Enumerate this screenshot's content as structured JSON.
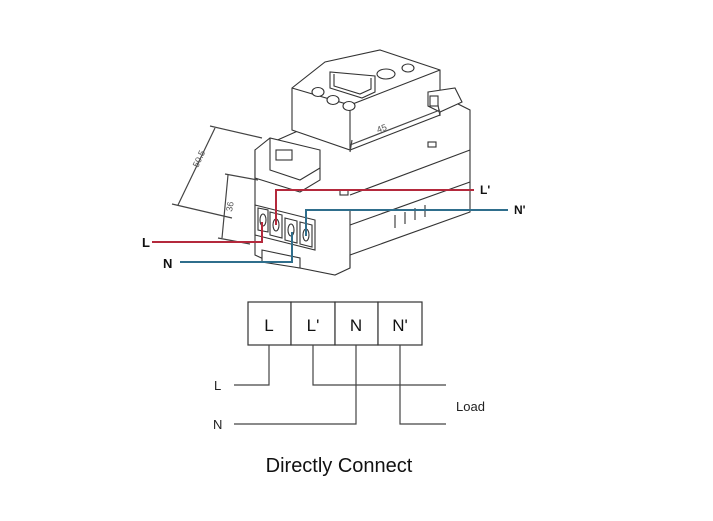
{
  "device": {
    "dimensions": {
      "height_total": "50.5",
      "height_terminal": "36",
      "width": "45"
    }
  },
  "wire_labels": {
    "l_in": "L",
    "n_in": "N",
    "l_out": "L'",
    "n_out": "N'"
  },
  "terminal_block": {
    "terminals": [
      "L",
      "L'",
      "N",
      "N'"
    ]
  },
  "schematic": {
    "line_label": "L",
    "neutral_label": "N",
    "load_label": "Load"
  },
  "caption": "Directly Connect",
  "colors": {
    "line_wire": "#b4293c",
    "neutral_wire": "#2f6e8c"
  }
}
